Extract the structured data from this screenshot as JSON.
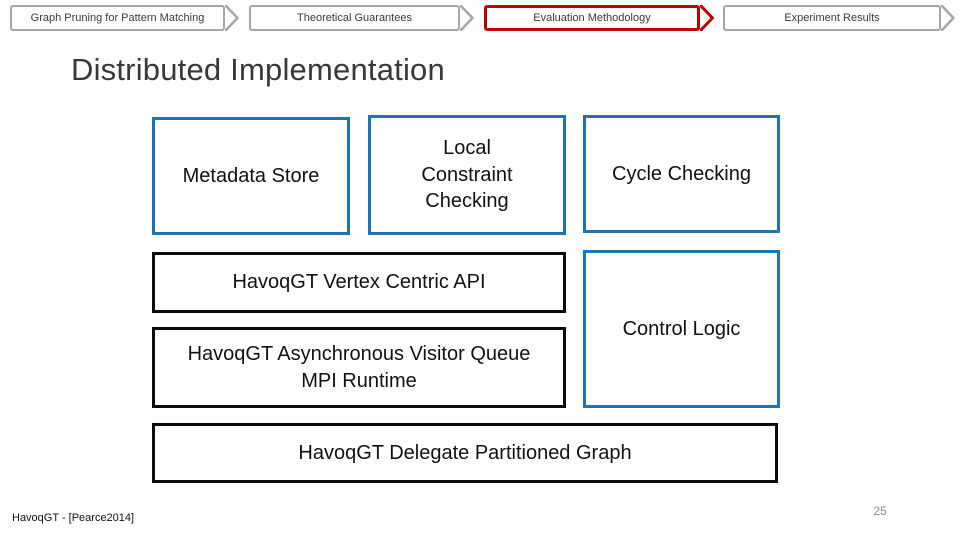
{
  "tabs": [
    {
      "label": "Graph Pruning for Pattern Matching",
      "active": false
    },
    {
      "label": "Theoretical Guarantees",
      "active": false
    },
    {
      "label": "Evaluation Methodology",
      "active": true
    },
    {
      "label": "Experiment Results",
      "active": false
    }
  ],
  "title": "Distributed Implementation",
  "diagram": {
    "boxes": [
      {
        "id": "metadata-store",
        "label": "Metadata Store",
        "style": "blue"
      },
      {
        "id": "local-constraint-checking",
        "label": "Local\nConstraint\nChecking",
        "style": "blue"
      },
      {
        "id": "cycle-checking",
        "label": "Cycle Checking",
        "style": "blue"
      },
      {
        "id": "vertex-centric-api",
        "label": "HavoqGT Vertex Centric API",
        "style": "black"
      },
      {
        "id": "control-logic",
        "label": "Control Logic",
        "style": "blue"
      },
      {
        "id": "visitor-queue-mpi",
        "label": "HavoqGT Asynchronous Visitor Queue\nMPI Runtime",
        "style": "black"
      },
      {
        "id": "delegate-partitioned-graph",
        "label": "HavoqGT Delegate Partitioned Graph",
        "style": "black"
      }
    ]
  },
  "footer": {
    "citation": "HavoqGT - [Pearce2014]",
    "page_number": "25"
  },
  "colors": {
    "accent_blue": "#2173b0",
    "accent_red": "#c00000",
    "tab_border_gray": "#a6a6a6"
  }
}
